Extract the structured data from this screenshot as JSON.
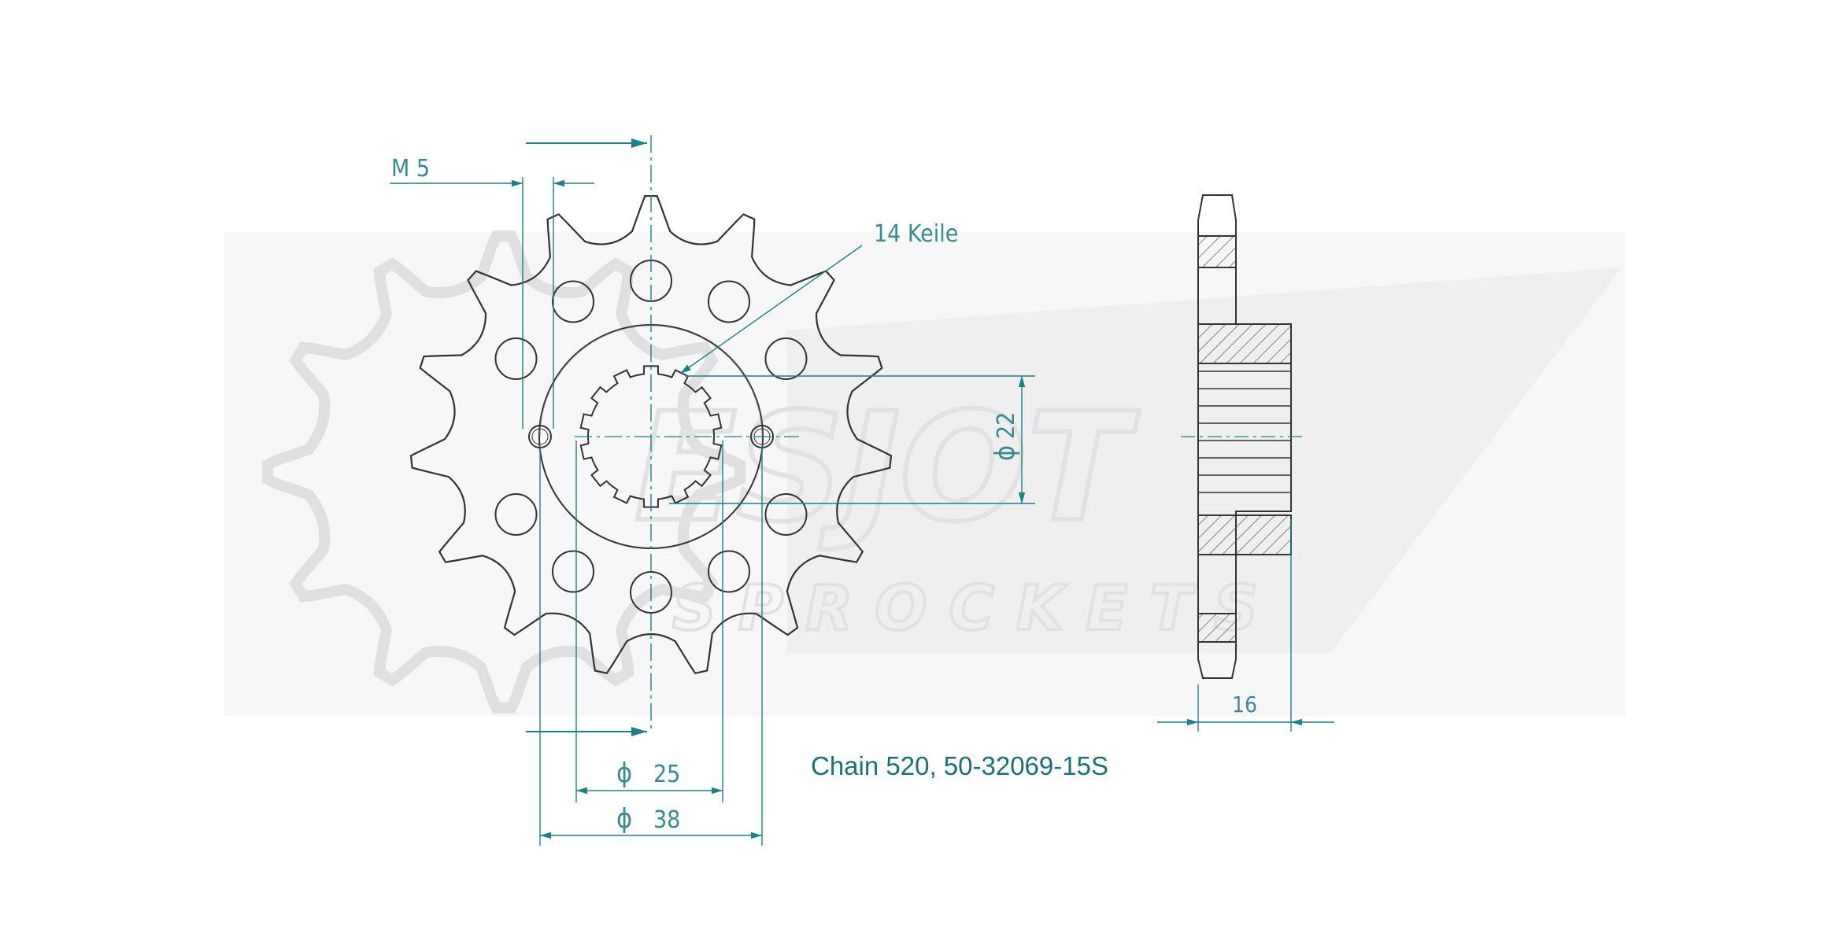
{
  "watermark": {
    "brand": "ESJOT",
    "sub": "SPROCKETS"
  },
  "dimensions": {
    "thread": "M 5",
    "keys": "14 Keile",
    "spline_diameter": "22",
    "bore_diameter": "25",
    "bolt_circle_diameter": "38",
    "width": "16"
  },
  "symbols": {
    "diameter": "ϕ"
  },
  "caption": "Chain 520, 50-32069-15S",
  "colors": {
    "outline": "#333333",
    "dimension": "#1f7f86",
    "caption": "#1f6f78",
    "watermark": "#e6e6e6",
    "hatch": "#555555"
  }
}
